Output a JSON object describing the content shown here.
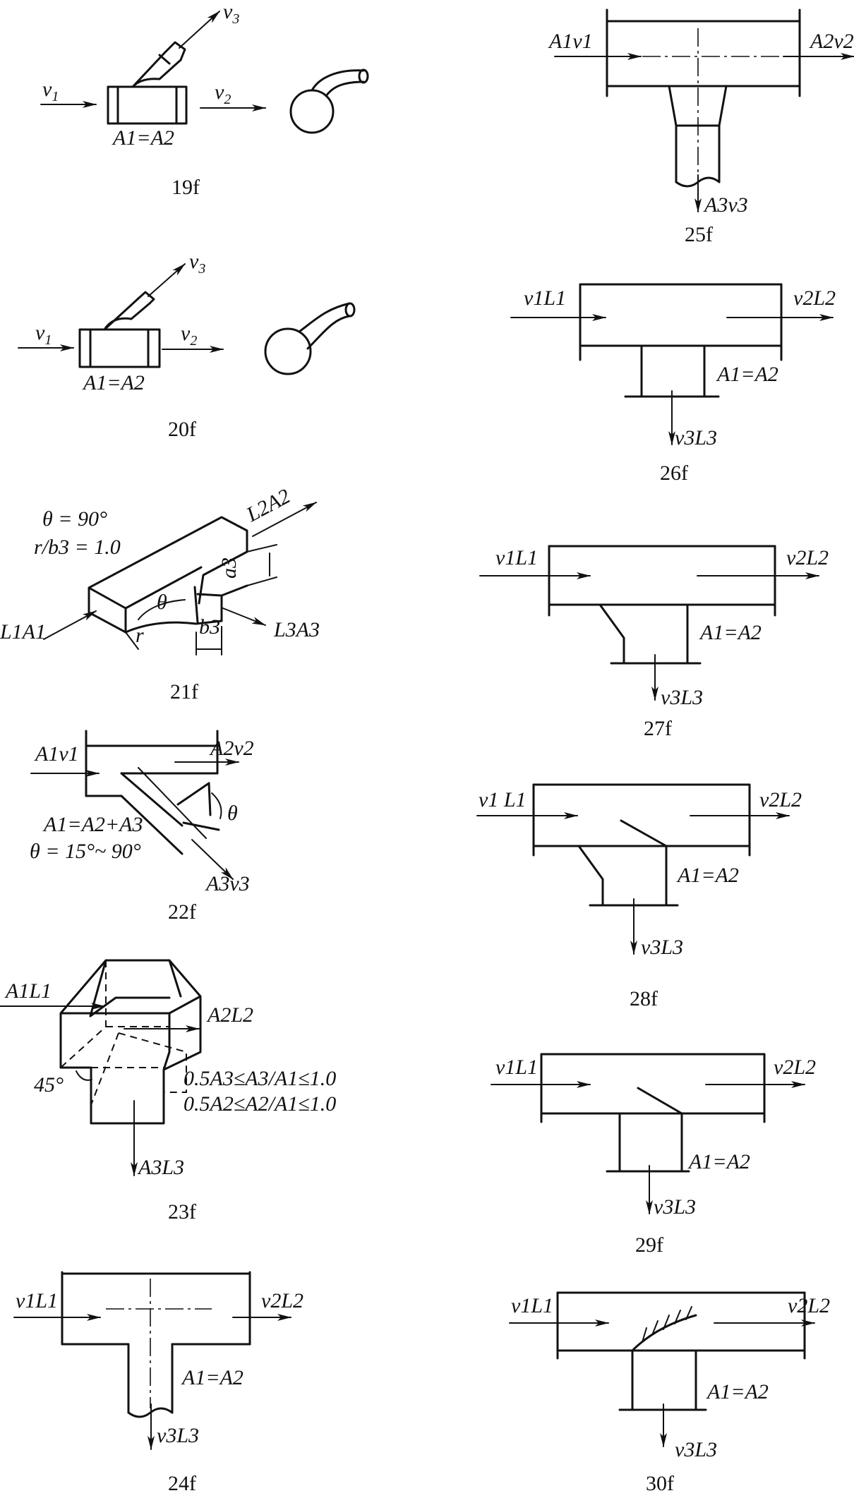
{
  "figures": {
    "f19": {
      "caption": "19f",
      "v1": {
        "base": "v",
        "sub": "1"
      },
      "v2": {
        "base": "v",
        "sub": "2"
      },
      "v3": {
        "base": "v",
        "sub": "3"
      },
      "area_rel": "A1=A2"
    },
    "f20": {
      "caption": "20f",
      "v1": {
        "base": "v",
        "sub": "1"
      },
      "v2": {
        "base": "v",
        "sub": "2"
      },
      "v3": {
        "base": "v",
        "sub": "3"
      },
      "area_rel": "A1=A2"
    },
    "f21": {
      "caption": "21f",
      "theta_value": "θ = 90°",
      "ratio": "r/b3 = 1.0",
      "in_label": "L1A1",
      "main_out_label": "L2A2",
      "branch_label": "L3A3",
      "theta": "θ",
      "r": "r",
      "b3": "b3",
      "a3": "a3"
    },
    "f22": {
      "caption": "22f",
      "in_label": "A1v1",
      "out_label": "A2v2",
      "branch_label": "A3v3",
      "area_rel": "A1=A2+A3",
      "theta_range": "θ = 15°~ 90°",
      "theta": "θ"
    },
    "f23": {
      "caption": "23f",
      "in_label": "A1L1",
      "out_label": "A2L2",
      "branch_label": "A3L3",
      "angle": "45°",
      "cond1": "0.5A3≤A3/A1≤1.0",
      "cond2": "0.5A2≤A2/A1≤1.0"
    },
    "f24": {
      "caption": "24f",
      "in_label": "v1L1",
      "out_label": "v2L2",
      "branch_label": "v3L3",
      "area_rel": "A1=A2"
    },
    "f25": {
      "caption": "25f",
      "in_label": "A1v1",
      "out_label": "A2v2",
      "branch_label": "A3v3"
    },
    "f26": {
      "caption": "26f",
      "in_label": "v1L1",
      "out_label": "v2L2",
      "branch_label": "v3L3",
      "area_rel": "A1=A2"
    },
    "f27": {
      "caption": "27f",
      "in_label": "v1L1",
      "out_label": "v2L2",
      "branch_label": "v3L3",
      "area_rel": "A1=A2"
    },
    "f28": {
      "caption": "28f",
      "in_label": "v1 L1",
      "out_label": "v2L2",
      "branch_label": "v3L3",
      "area_rel": "A1=A2"
    },
    "f29": {
      "caption": "29f",
      "in_label": "v1L1",
      "out_label": "v2L2",
      "branch_label": "v3L3",
      "area_rel": "A1=A2"
    },
    "f30": {
      "caption": "30f",
      "in_label": "v1L1",
      "out_label": "v2L2",
      "branch_label": "v3L3",
      "area_rel": "A1=A2"
    }
  }
}
